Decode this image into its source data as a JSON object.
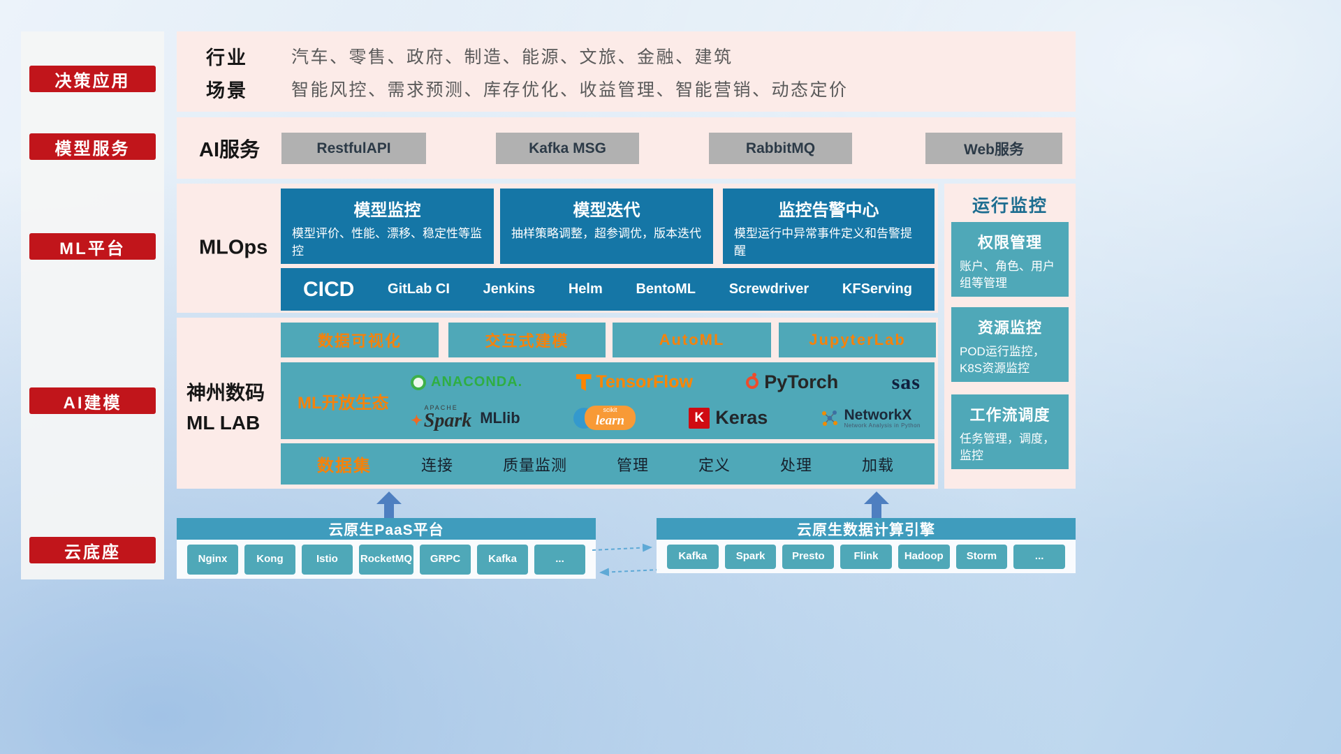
{
  "sidebar": {
    "items": [
      "决策应用",
      "模型服务",
      "ML平台",
      "AI建模",
      "云底座"
    ]
  },
  "apps": {
    "industry_label": "行业",
    "industry_text": "汽车、零售、政府、制造、能源、文旅、金融、建筑",
    "scene_label": "场景",
    "scene_text": "智能风控、需求预测、库存优化、收益管理、智能营销、动态定价"
  },
  "ai_service": {
    "label": "AI服务",
    "buttons": [
      "RestfulAPI",
      "Kafka MSG",
      "RabbitMQ",
      "Web服务"
    ]
  },
  "mlops": {
    "label": "MLOps",
    "cards": [
      {
        "title": "模型监控",
        "desc": "模型评价、性能、漂移、稳定性等监控"
      },
      {
        "title": "模型迭代",
        "desc": "抽样策略调整，超参调优，版本迭代"
      },
      {
        "title": "监控告警中心",
        "desc": "模型运行中异常事件定义和告警提醒"
      }
    ],
    "cicd_label": "CICD",
    "cicd_items": [
      "GitLab CI",
      "Jenkins",
      "Helm",
      "BentoML",
      "Screwdriver",
      "KFServing"
    ]
  },
  "monitor": {
    "title": "运行监控",
    "cards": [
      {
        "title": "权限管理",
        "desc": "账户、角色、用户组等管理"
      },
      {
        "title": "资源监控",
        "desc": "POD运行监控，K8S资源监控"
      },
      {
        "title": "工作流调度",
        "desc": "任务管理，调度，监控"
      }
    ]
  },
  "mllab": {
    "label_line1": "神州数码",
    "label_line2": "ML LAB",
    "tools": [
      "数据可视化",
      "交互式建模",
      "AutoML",
      "JupyterLab"
    ],
    "eco_label": "ML开放生态",
    "logos": {
      "anaconda": "ANACONDA.",
      "tensorflow": "TensorFlow",
      "pytorch": "PyTorch",
      "sas": "sas",
      "apache": "APACHE",
      "spark": "Spark",
      "mllib": "MLlib",
      "scikit": "scikit",
      "learn": "learn",
      "keras_k": "K",
      "keras": "Keras",
      "networkx": "NetworkX",
      "networkx_sub": "Network Analysis in Python"
    },
    "dataset_label": "数据集",
    "dataset_items": [
      "连接",
      "质量监测",
      "管理",
      "定义",
      "处理",
      "加载"
    ]
  },
  "paas": {
    "title": "云原生PaaS平台",
    "items": [
      "Nginx",
      "Kong",
      "Istio",
      "RocketMQ",
      "GRPC",
      "Kafka",
      "..."
    ]
  },
  "engine": {
    "title": "云原生数据计算引擎",
    "items": [
      "Kafka",
      "Spark",
      "Presto",
      "Flink",
      "Hadoop",
      "Storm",
      "..."
    ]
  },
  "colors": {
    "red": "#c1151b",
    "pink_panel": "#fcebe8",
    "dark_blue_card": "#1576a6",
    "teal": "#4fa8b8",
    "orange": "#f5820b",
    "arrow_blue": "#4e7fc0"
  }
}
